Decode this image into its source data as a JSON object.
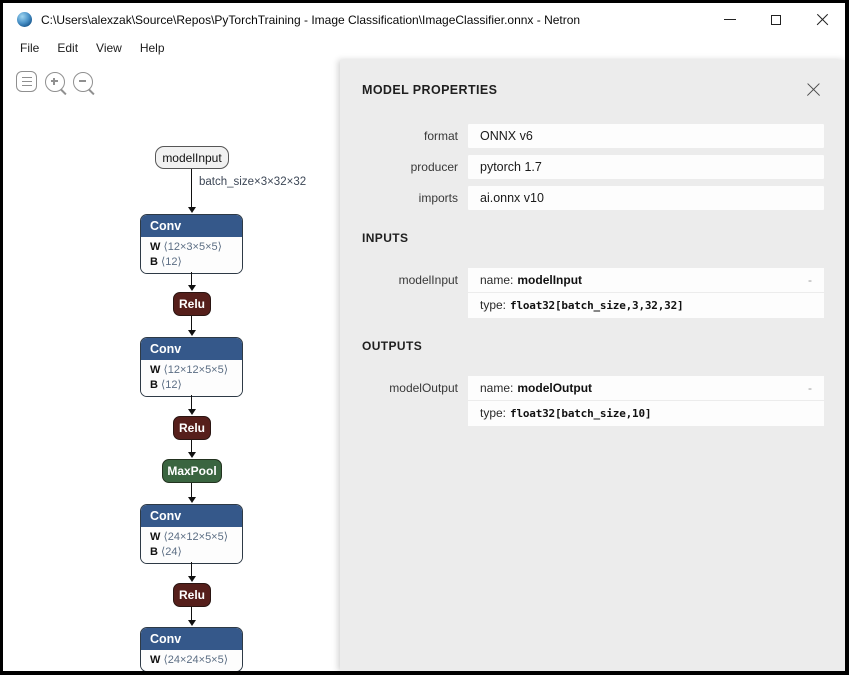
{
  "window": {
    "title": "C:\\Users\\alexzak\\Source\\Repos\\PyTorchTraining - Image Classification\\ImageClassifier.onnx - Netron"
  },
  "icons": {
    "app": "netron-logo",
    "minimize": "–",
    "maximize": "□",
    "close": "✕",
    "graph_menu": "≡",
    "zoom_in": "⊕",
    "zoom_out": "⊖",
    "panel_close": "✕"
  },
  "menu": {
    "items": [
      {
        "label": "File"
      },
      {
        "label": "Edit"
      },
      {
        "label": "View"
      },
      {
        "label": "Help"
      }
    ]
  },
  "graph": {
    "edge_label": "batch_size×3×32×32",
    "input_node": {
      "label": "modelInput"
    },
    "nodes": {
      "conv1": {
        "title": "Conv",
        "w_key": "W",
        "w_dims": "⟨12×3×5×5⟩",
        "b_key": "B",
        "b_dims": "⟨12⟩"
      },
      "relu1": {
        "title": "Relu"
      },
      "conv2": {
        "title": "Conv",
        "w_key": "W",
        "w_dims": "⟨12×12×5×5⟩",
        "b_key": "B",
        "b_dims": "⟨12⟩"
      },
      "relu2": {
        "title": "Relu"
      },
      "maxpool": {
        "title": "MaxPool"
      },
      "conv3": {
        "title": "Conv",
        "w_key": "W",
        "w_dims": "⟨24×12×5×5⟩",
        "b_key": "B",
        "b_dims": "⟨24⟩"
      },
      "relu3": {
        "title": "Relu"
      },
      "conv4": {
        "title": "Conv",
        "w_key": "W",
        "w_dims": "⟨24×24×5×5⟩"
      }
    },
    "colors": {
      "layer": "#35588a",
      "activation": "#561f1b",
      "pool": "#3a6540"
    }
  },
  "panel": {
    "title": "MODEL PROPERTIES",
    "properties": [
      {
        "label": "format",
        "value": "ONNX v6"
      },
      {
        "label": "producer",
        "value": "pytorch 1.7"
      },
      {
        "label": "imports",
        "value": "ai.onnx v10"
      }
    ],
    "inputs": {
      "header": "INPUTS",
      "row": {
        "label": "modelInput",
        "name_key": "name:",
        "name": "modelInput",
        "type_key": "type:",
        "type": "float32[batch_size,3,32,32]",
        "toggle": "-"
      }
    },
    "outputs": {
      "header": "OUTPUTS",
      "row": {
        "label": "modelOutput",
        "name_key": "name:",
        "name": "modelOutput",
        "type_key": "type:",
        "type": "float32[batch_size,10]",
        "toggle": "-"
      }
    }
  }
}
